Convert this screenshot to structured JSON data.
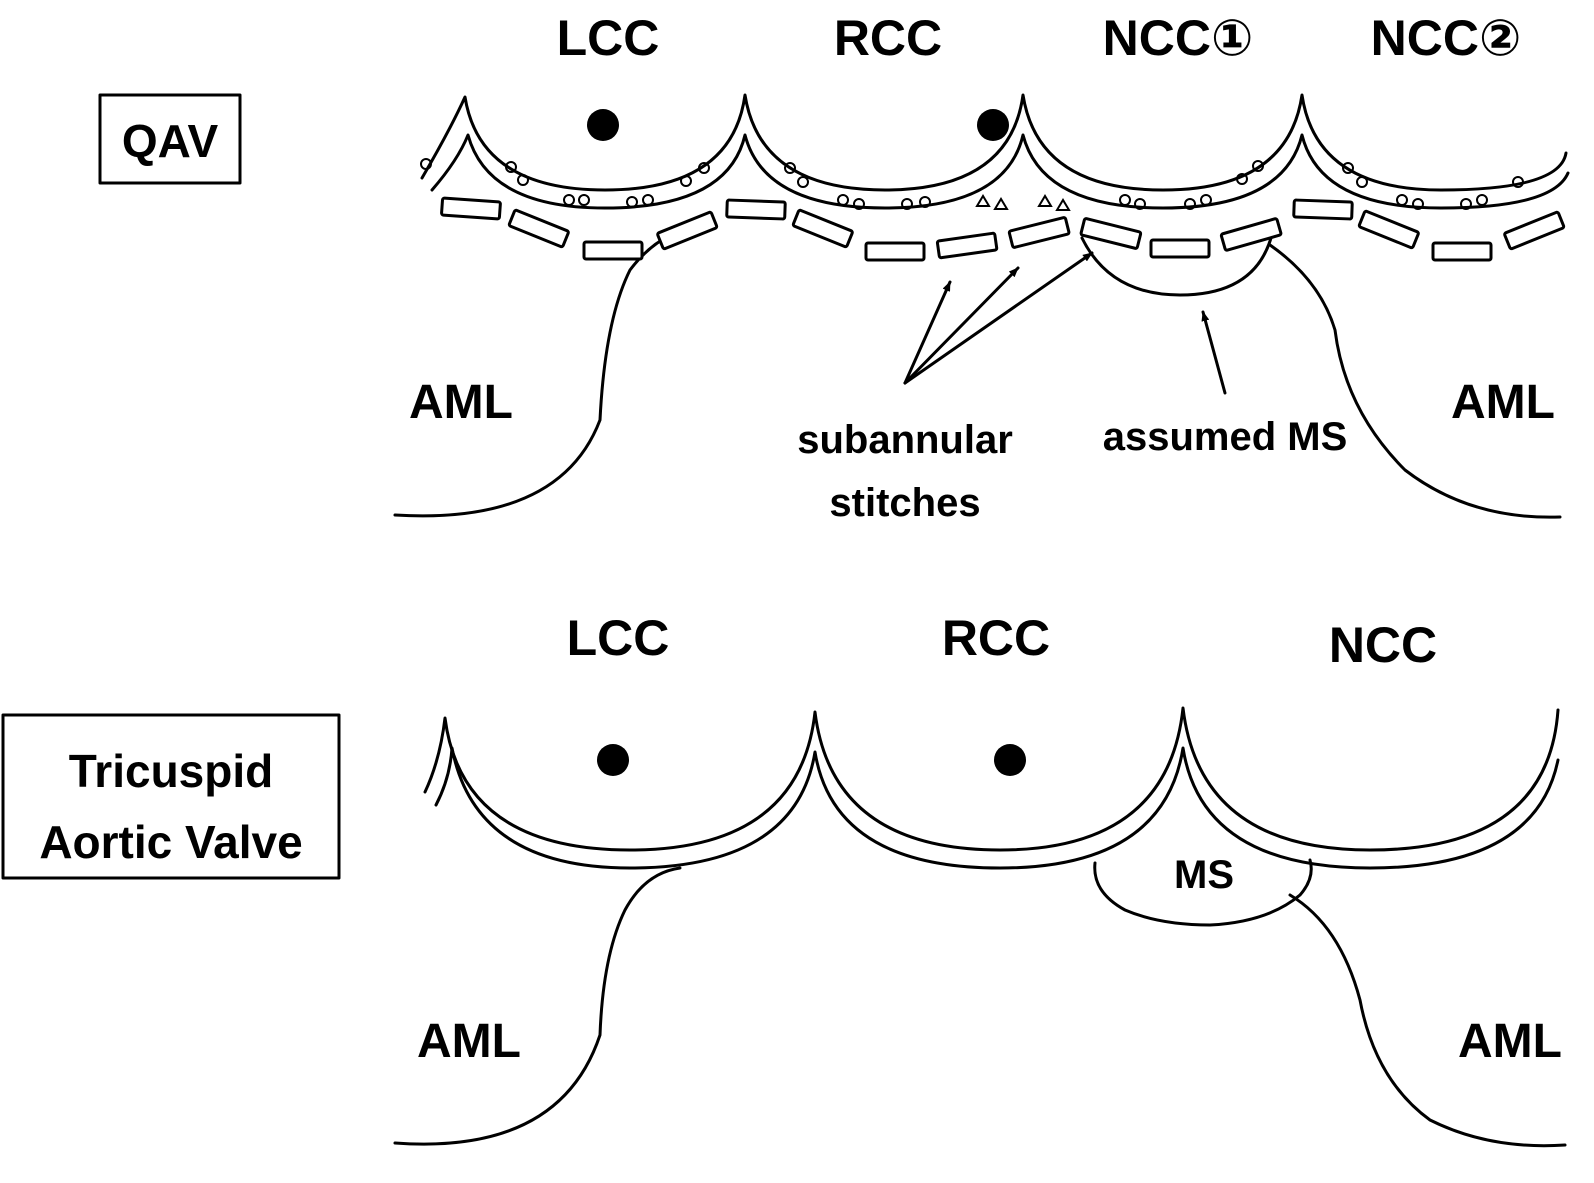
{
  "qav": {
    "title": "QAV",
    "cusps": [
      "LCC",
      "RCC",
      "NCC①",
      "NCC②"
    ],
    "aml_left": "AML",
    "aml_right": "AML",
    "subannular_line1": "subannular",
    "subannular_line2": "stitches",
    "assumed_ms": "assumed MS"
  },
  "tav": {
    "title_line1": "Tricuspid",
    "title_line2": "Aortic Valve",
    "cusps": [
      "LCC",
      "RCC",
      "NCC"
    ],
    "aml_left": "AML",
    "aml_right": "AML",
    "ms": "MS"
  },
  "colors": {
    "ink": "#000000",
    "background": "#ffffff"
  }
}
